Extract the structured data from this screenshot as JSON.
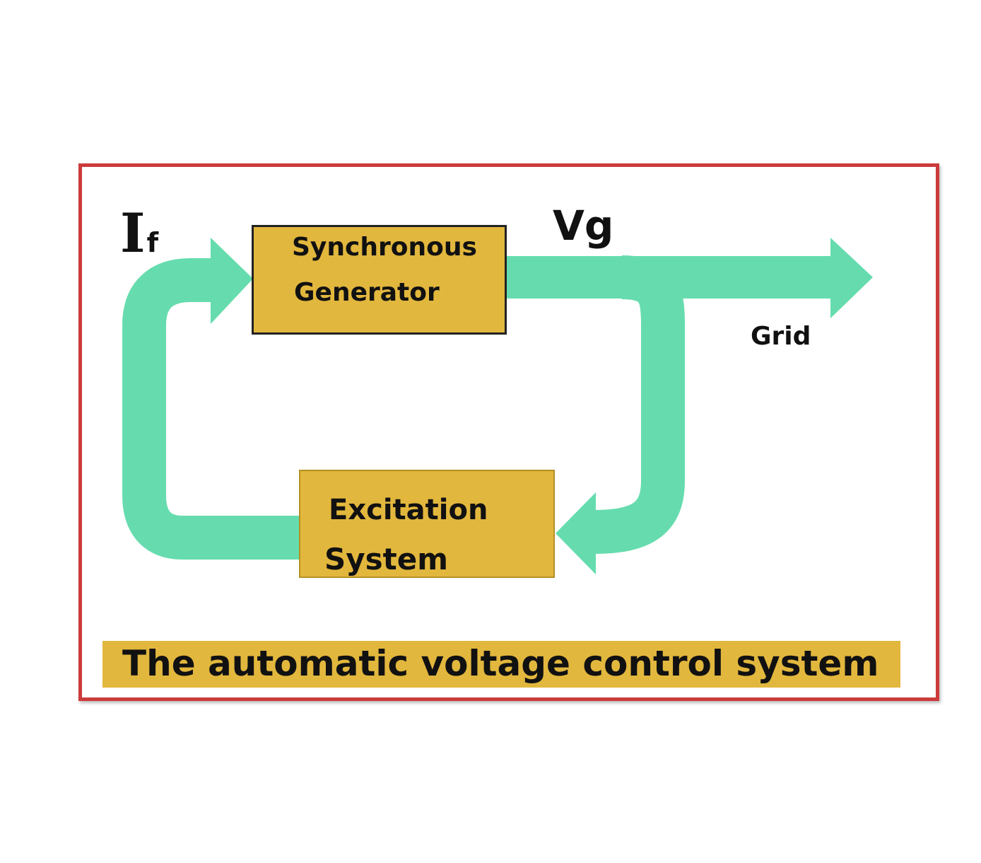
{
  "diagram": {
    "blocks": {
      "generator": {
        "line1": "Synchronous",
        "line2": "Generator"
      },
      "excitation": {
        "line1": "Excitation",
        "line2": "System"
      }
    },
    "labels": {
      "field_current_main": "I",
      "field_current_sub": "f",
      "generator_voltage": "Vg",
      "grid": "Grid"
    },
    "caption": "The automatic voltage control system",
    "colors": {
      "frame": "#cc3b3b",
      "block_fill": "#e2b73d",
      "arrow": "#66dcae"
    }
  }
}
